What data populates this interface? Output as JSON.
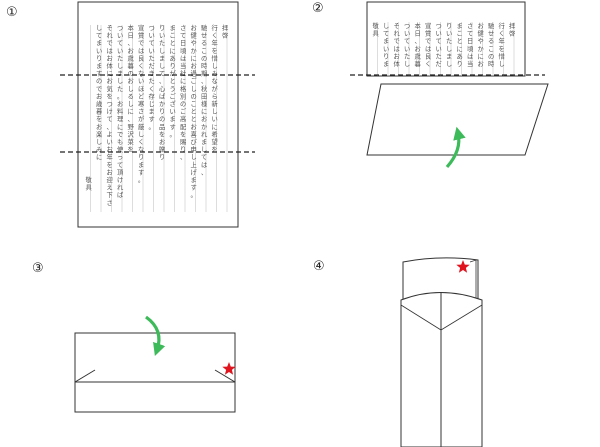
{
  "steps": [
    {
      "number": "①"
    },
    {
      "number": "②"
    },
    {
      "number": "③"
    },
    {
      "number": "④"
    }
  ],
  "letter": {
    "columns": [
      "拝啓",
      "行く年を惜しみながら新しいに希望を",
      "馳せるこの時期、秋田様におかれましては、",
      "お健やかにお過ごしのこととお喜び申し上げます。",
      "さて日頃は当社に格別のご高配を賜り、",
      "まことにありがとうございます。",
      "りいたしまして、心ばかりの品をお贈り",
      "ついていただきたく存じます。",
      "宣賞では良くないほど寒さが厳しくなります。",
      "本日、お歳暮のおしるしに、野沢菜を",
      "ついていたしました。お料理にでも使って頂ければ",
      "それではお体にお気をつけて、よいお年をお迎え下さい",
      "してまいりますのでお歳暮をお楽しみに",
      "敬具"
    ]
  },
  "colors": {
    "outline": "#333333",
    "fold_line": "#222222",
    "arrow": "#3dba5a",
    "star": "#e0141e",
    "text_rule": "#bbbbbb"
  }
}
